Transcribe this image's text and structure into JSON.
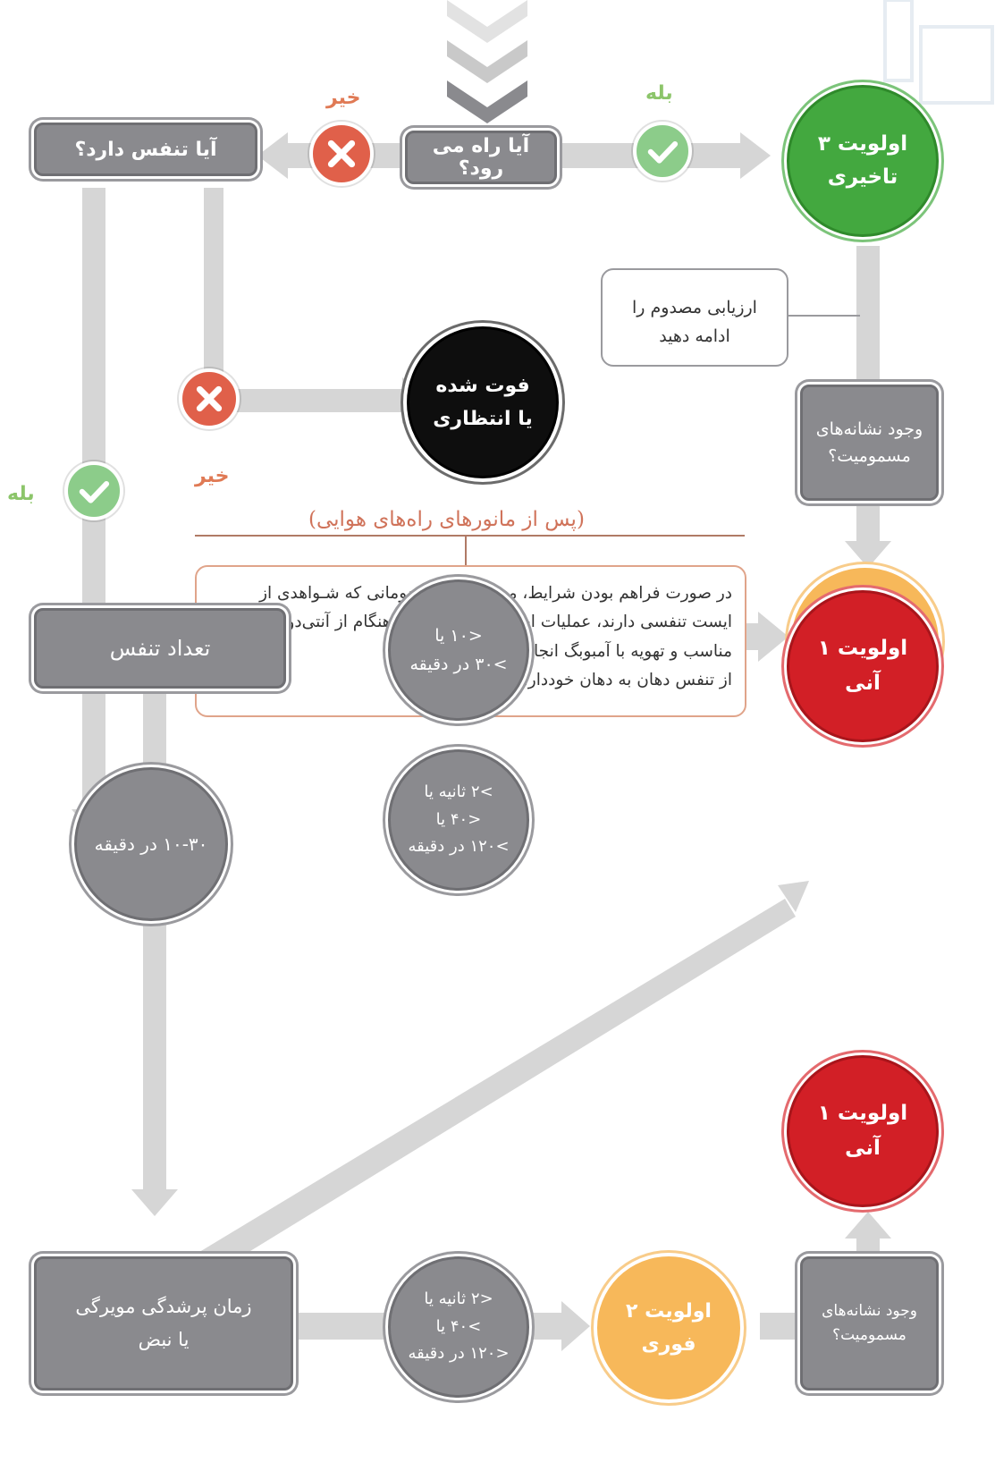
{
  "start": {
    "q1": "آیا راه می رود؟",
    "q2": "آیا تنفس دارد؟"
  },
  "labels": {
    "yes": "بله",
    "no": "خیر"
  },
  "priority3": {
    "title": "اولویت ۳",
    "sub": "تاخیری"
  },
  "continue_note": {
    "line1": "ارزیابی مصدوم را",
    "line2": "ادامه دهید"
  },
  "poison_check": {
    "line1": "وجود نشانه‌های",
    "line2": "مسمومیت؟"
  },
  "priority2": {
    "title": "اولویت ۲",
    "sub": "فوری"
  },
  "dead": {
    "line1": "فوت شده",
    "line2": "یا انتظاری"
  },
  "airway_note": "(پس از مانورهای راه‌های هوایی)",
  "resus_note": {
    "line1": "در صورت فراهم بودن شرایط، می‌توان در مصدومانی که شـواهدی از",
    "line2": "ایست تنفسی دارند، عملیات احیا را با استفاده زودهنگام از آنتی‌دوت",
    "line3": "مناسب و تهویه با آمبوبگ انجام داد.",
    "line4": "از تنفس دهان به دهان خودداری کنید."
  },
  "resp_rate": {
    "label": "تعداد تنفس"
  },
  "rr_abnormal": {
    "line1": "<۱۰ یا",
    "line2": ">۳۰ در دقیقه"
  },
  "priority1": {
    "title": "اولویت ۱",
    "sub": "آنی"
  },
  "rr_normal": {
    "label": "۱۰-۳۰ در دقیقه"
  },
  "cap_mid": {
    "line1": ">۲ ثانیه یا",
    "line2": "<۴۰ یا",
    "line3": ">۱۲۰ در دقیقه"
  },
  "cap_refill": {
    "line1": "زمان پرشدگی مویرگی",
    "line2": "یا نبض"
  },
  "cap_bottom": {
    "line1": "<۲ ثانیه یا",
    "line2": ">۴۰ یا",
    "line3": "<۱۲۰ در دقیقه"
  },
  "poison_check_2": {
    "line1": "وجود نشانه‌های",
    "line2": "مسمومیت؟"
  },
  "colors": {
    "gray": "#8a8a8e",
    "green": "#43a83f",
    "red": "#d21f26",
    "orange": "#f7b85a",
    "black": "#0e0e0e",
    "arrow": "#d6d6d6"
  }
}
